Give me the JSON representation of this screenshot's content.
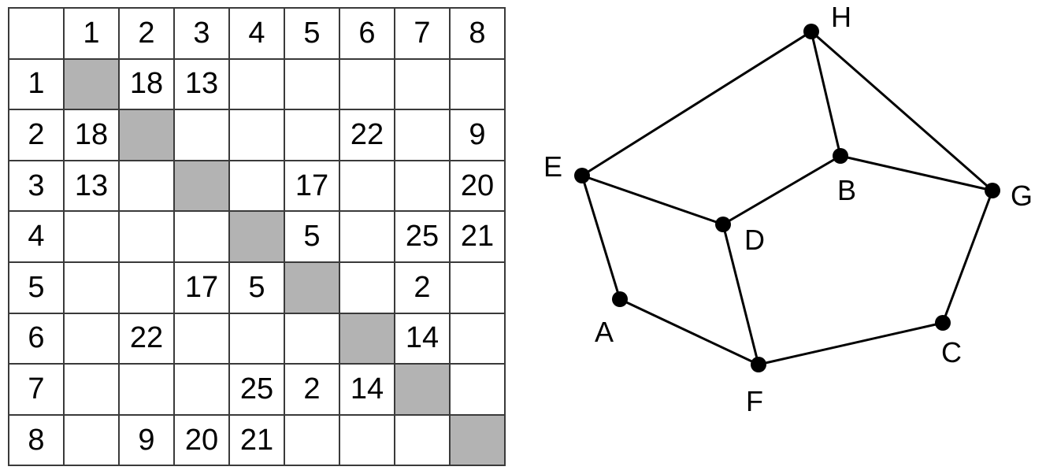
{
  "table": {
    "column_headers": [
      "1",
      "2",
      "3",
      "4",
      "5",
      "6",
      "7",
      "8"
    ],
    "row_headers": [
      "1",
      "2",
      "3",
      "4",
      "5",
      "6",
      "7",
      "8"
    ],
    "cells": [
      [
        "",
        "18",
        "13",
        "",
        "",
        "",
        "",
        ""
      ],
      [
        "18",
        "",
        "",
        "",
        "",
        "22",
        "",
        "9"
      ],
      [
        "13",
        "",
        "",
        "",
        "17",
        "",
        "",
        "20"
      ],
      [
        "",
        "",
        "",
        "",
        "5",
        "",
        "25",
        "21"
      ],
      [
        "",
        "",
        "17",
        "5",
        "",
        "",
        "2",
        ""
      ],
      [
        "",
        "22",
        "",
        "",
        "",
        "",
        "14",
        ""
      ],
      [
        "",
        "",
        "",
        "25",
        "2",
        "14",
        "",
        ""
      ],
      [
        "",
        "9",
        "20",
        "21",
        "",
        "",
        "",
        ""
      ]
    ],
    "diagonal_color": "#b3b3b3"
  },
  "graph": {
    "nodes": [
      "H",
      "E",
      "B",
      "G",
      "D",
      "A",
      "C",
      "F"
    ],
    "edges": [
      [
        "H",
        "E"
      ],
      [
        "H",
        "B"
      ],
      [
        "H",
        "G"
      ],
      [
        "E",
        "D"
      ],
      [
        "E",
        "A"
      ],
      [
        "B",
        "D"
      ],
      [
        "B",
        "G"
      ],
      [
        "D",
        "F"
      ],
      [
        "A",
        "F"
      ],
      [
        "F",
        "C"
      ],
      [
        "C",
        "G"
      ]
    ]
  }
}
